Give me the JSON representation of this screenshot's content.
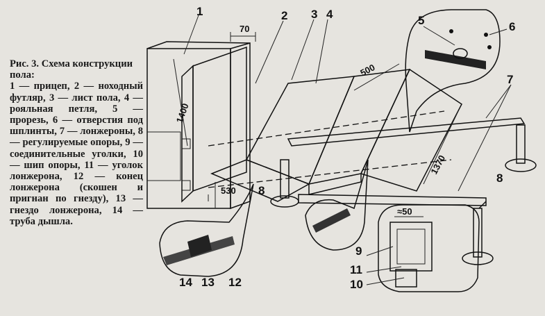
{
  "caption": {
    "title": "Рис. 3. Схема конструкции пола:",
    "body": "1 — прицеп, 2 — ноходный футляр, 3 — лист пола, 4 — рояльная петля, 5 — прорезь, 6 — отверстия под шплинты, 7 — лонжероны, 8 — регулируемые опоры, 9 — соединительные уголки, 10 — шип опоры, 11 — уголок лонжерона, 12 — конец лонжерона (скошен и пригнан по гнезду), 13 — гнездо лонжерона, 14 — труба дышла."
  },
  "labels": {
    "n1": "1",
    "n2": "2",
    "n3": "3",
    "n4": "4",
    "n5": "5",
    "n6": "6",
    "n7": "7",
    "n8a": "8",
    "n8b": "8",
    "n9": "9",
    "n10": "10",
    "n11": "11",
    "n12": "12",
    "n13": "13",
    "n14": "14"
  },
  "dimensions": {
    "d70": "70",
    "d1400": "1400",
    "d500": "500",
    "d1370": "1370",
    "d530": "530",
    "d50": "≈50"
  }
}
